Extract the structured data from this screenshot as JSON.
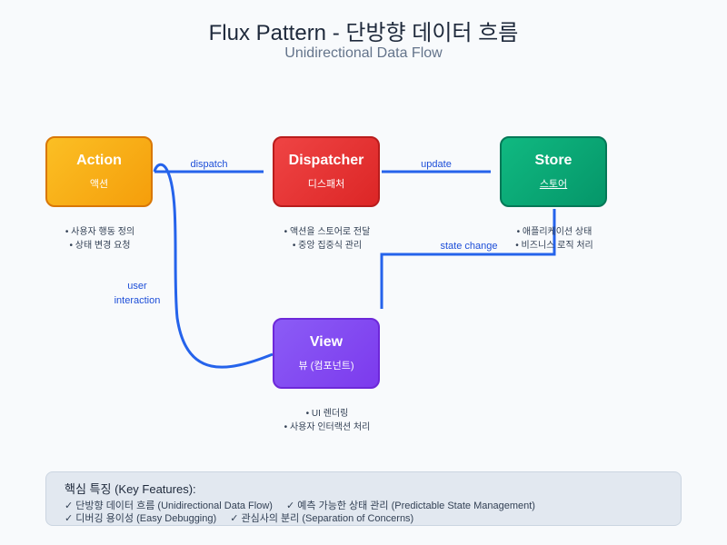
{
  "header": {
    "title": "Flux Pattern - 단방향 데이터 흐름",
    "subtitle": "Unidirectional Data Flow"
  },
  "colors": {
    "background": "#f8fafc",
    "arrow": "#2563eb",
    "action": "#f59e0b",
    "dispatcher": "#dc2626",
    "store": "#059669",
    "view": "#7c3aed",
    "features_bg": "#e2e8f0"
  },
  "nodes": {
    "action": {
      "label": "Action",
      "sublabel": "액션",
      "bullets": [
        "• 사용자 행동 정의",
        "• 상태 변경 요청"
      ]
    },
    "dispatcher": {
      "label": "Dispatcher",
      "sublabel": "디스패처",
      "bullets": [
        "• 액션을 스토어로 전달",
        "• 중앙 집중식 관리"
      ]
    },
    "store": {
      "label": "Store",
      "sublabel": "스토어",
      "bullets": [
        "• 애플리케이션 상태",
        "• 비즈니스 로직 처리"
      ]
    },
    "view": {
      "label": "View",
      "sublabel": "뷰 (컴포넌트)",
      "bullets": [
        "• UI 렌더링",
        "• 사용자 인터랙션 처리"
      ]
    }
  },
  "edges": {
    "dispatch": "dispatch",
    "update": "update",
    "state_change": "state change",
    "user_interaction_line1": "user",
    "user_interaction_line2": "interaction"
  },
  "features": {
    "title": "핵심 특징 (Key Features):",
    "row1": [
      "✓ 단방향 데이터 흐름 (Unidirectional Data Flow)",
      "✓ 예측 가능한 상태 관리 (Predictable State Management)"
    ],
    "row2": [
      "✓ 디버깅 용이성 (Easy Debugging)",
      "✓ 관심사의 분리 (Separation of Concerns)"
    ]
  }
}
